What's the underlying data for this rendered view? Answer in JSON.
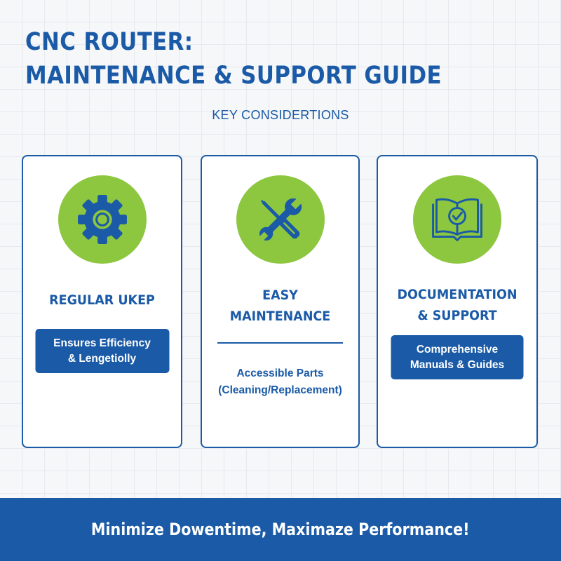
{
  "header": {
    "title_line1": "CNC ROUTER:",
    "title_line2": "MAINTENANCE & SUPPORT GUIDE",
    "subtitle": "KEY CONSIDERTIONS"
  },
  "cards": [
    {
      "icon": "gear-icon",
      "title": "REGULAR UKEP",
      "pill_line1": "Ensures Efficiency",
      "pill_line2": "& Lengetiolly"
    },
    {
      "icon": "wrench-screwdriver-icon",
      "title_line1": "EASY",
      "title_line2": "MAINTENANCE",
      "text_line1": "Accessible Parts",
      "text_line2": "(Cleaning/Replacement)"
    },
    {
      "icon": "manual-book-check-icon",
      "title_line1": "DOCUMENTATION",
      "title_line2": "& SUPPORT",
      "pill_line1": "Comprehensive",
      "pill_line2": "Manuals & Guides"
    }
  ],
  "banner": {
    "text": "Minimize Dowentime, Maximaze Performance!"
  },
  "colors": {
    "brand_blue": "#1a5aa6",
    "accent_green": "#8dc63f",
    "background": "#f6f7f9"
  }
}
